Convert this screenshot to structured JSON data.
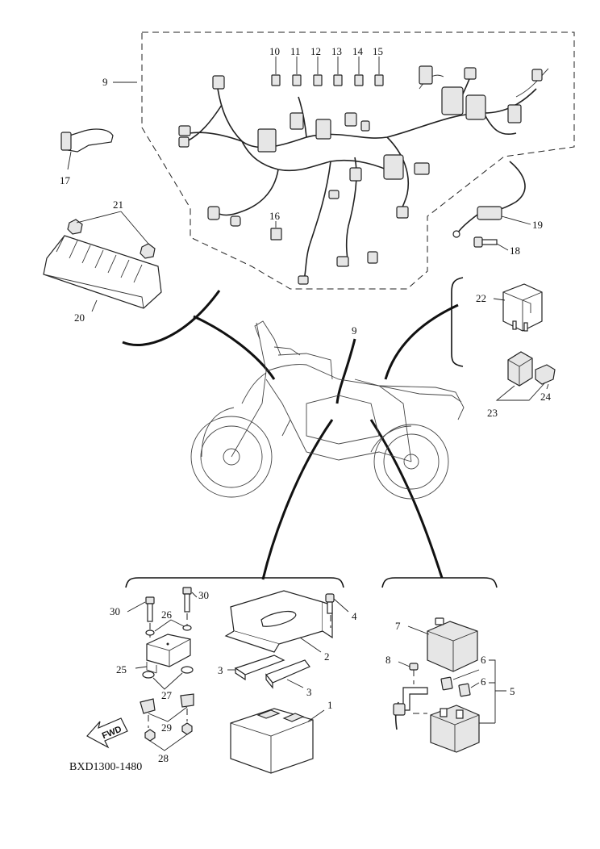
{
  "callouts": {
    "c1": "1",
    "c2": "2",
    "c3a": "3",
    "c3b": "3",
    "c4": "4",
    "c5": "5",
    "c6a": "6",
    "c6b": "6",
    "c7": "7",
    "c8": "8",
    "c9a": "9",
    "c9b": "9",
    "c10": "10",
    "c11": "11",
    "c12": "12",
    "c13": "13",
    "c14": "14",
    "c15": "15",
    "c16": "16",
    "c17": "17",
    "c18": "18",
    "c19": "19",
    "c20": "20",
    "c21": "21",
    "c22": "22",
    "c23": "23",
    "c24": "24",
    "c25": "25",
    "c26": "26",
    "c27": "27",
    "c28": "28",
    "c29": "29",
    "c30a": "30",
    "c30b": "30"
  },
  "fwd_label": "FWD",
  "diagram_code": "BXD1300-1480"
}
